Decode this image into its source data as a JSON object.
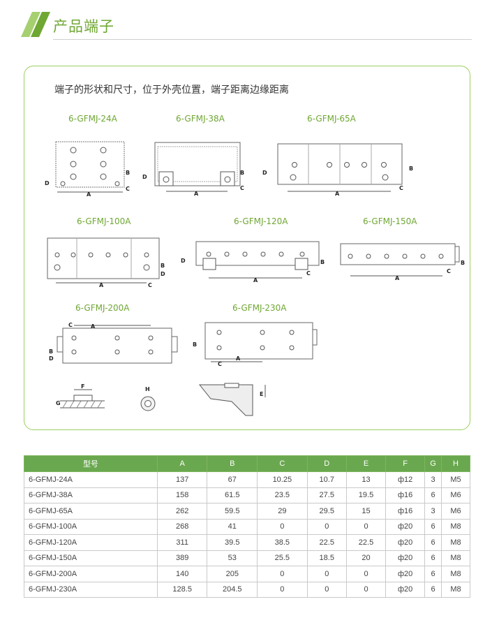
{
  "header": {
    "title": "产品端子"
  },
  "intro": "端子的形状和尺寸，位于外壳位置，端子距离边缘距离",
  "models": [
    "6-GFMJ-24A",
    "6-GFMJ-38A",
    "6-GFMJ-65A",
    "6-GFMJ-100A",
    "6-GFMJ-120A",
    "6-GFMJ-150A",
    "6-GFMJ-200A",
    "6-GFMJ-230A"
  ],
  "dim_letters": {
    "a": "A",
    "b": "B",
    "c": "C",
    "d": "D",
    "e": "E",
    "f": "F",
    "g": "G",
    "h": "H"
  },
  "table": {
    "headers": [
      "型号",
      "A",
      "B",
      "C",
      "D",
      "E",
      "F",
      "G",
      "H"
    ],
    "rows": [
      [
        "6-GFMJ-24A",
        "137",
        "67",
        "10.25",
        "10.7",
        "13",
        "ф12",
        "3",
        "M5"
      ],
      [
        "6-GFMJ-38A",
        "158",
        "61.5",
        "23.5",
        "27.5",
        "19.5",
        "ф16",
        "6",
        "M6"
      ],
      [
        "6-GFMJ-65A",
        "262",
        "59.5",
        "29",
        "29.5",
        "15",
        "ф16",
        "3",
        "M6"
      ],
      [
        "6-GFMJ-100A",
        "268",
        "41",
        "0",
        "0",
        "0",
        "ф20",
        "6",
        "M8"
      ],
      [
        "6-GFMJ-120A",
        "311",
        "39.5",
        "38.5",
        "22.5",
        "22.5",
        "ф20",
        "6",
        "M8"
      ],
      [
        "6-GFMJ-150A",
        "389",
        "53",
        "25.5",
        "18.5",
        "20",
        "ф20",
        "6",
        "M8"
      ],
      [
        "6-GFMJ-200A",
        "140",
        "205",
        "0",
        "0",
        "0",
        "ф20",
        "6",
        "M8"
      ],
      [
        "6-GFMJ-230A",
        "128.5",
        "204.5",
        "0",
        "0",
        "0",
        "ф20",
        "6",
        "M8"
      ]
    ]
  },
  "colors": {
    "accent": "#6fa733",
    "table_header": "#6aa84f",
    "border": "#9ccf5f"
  }
}
